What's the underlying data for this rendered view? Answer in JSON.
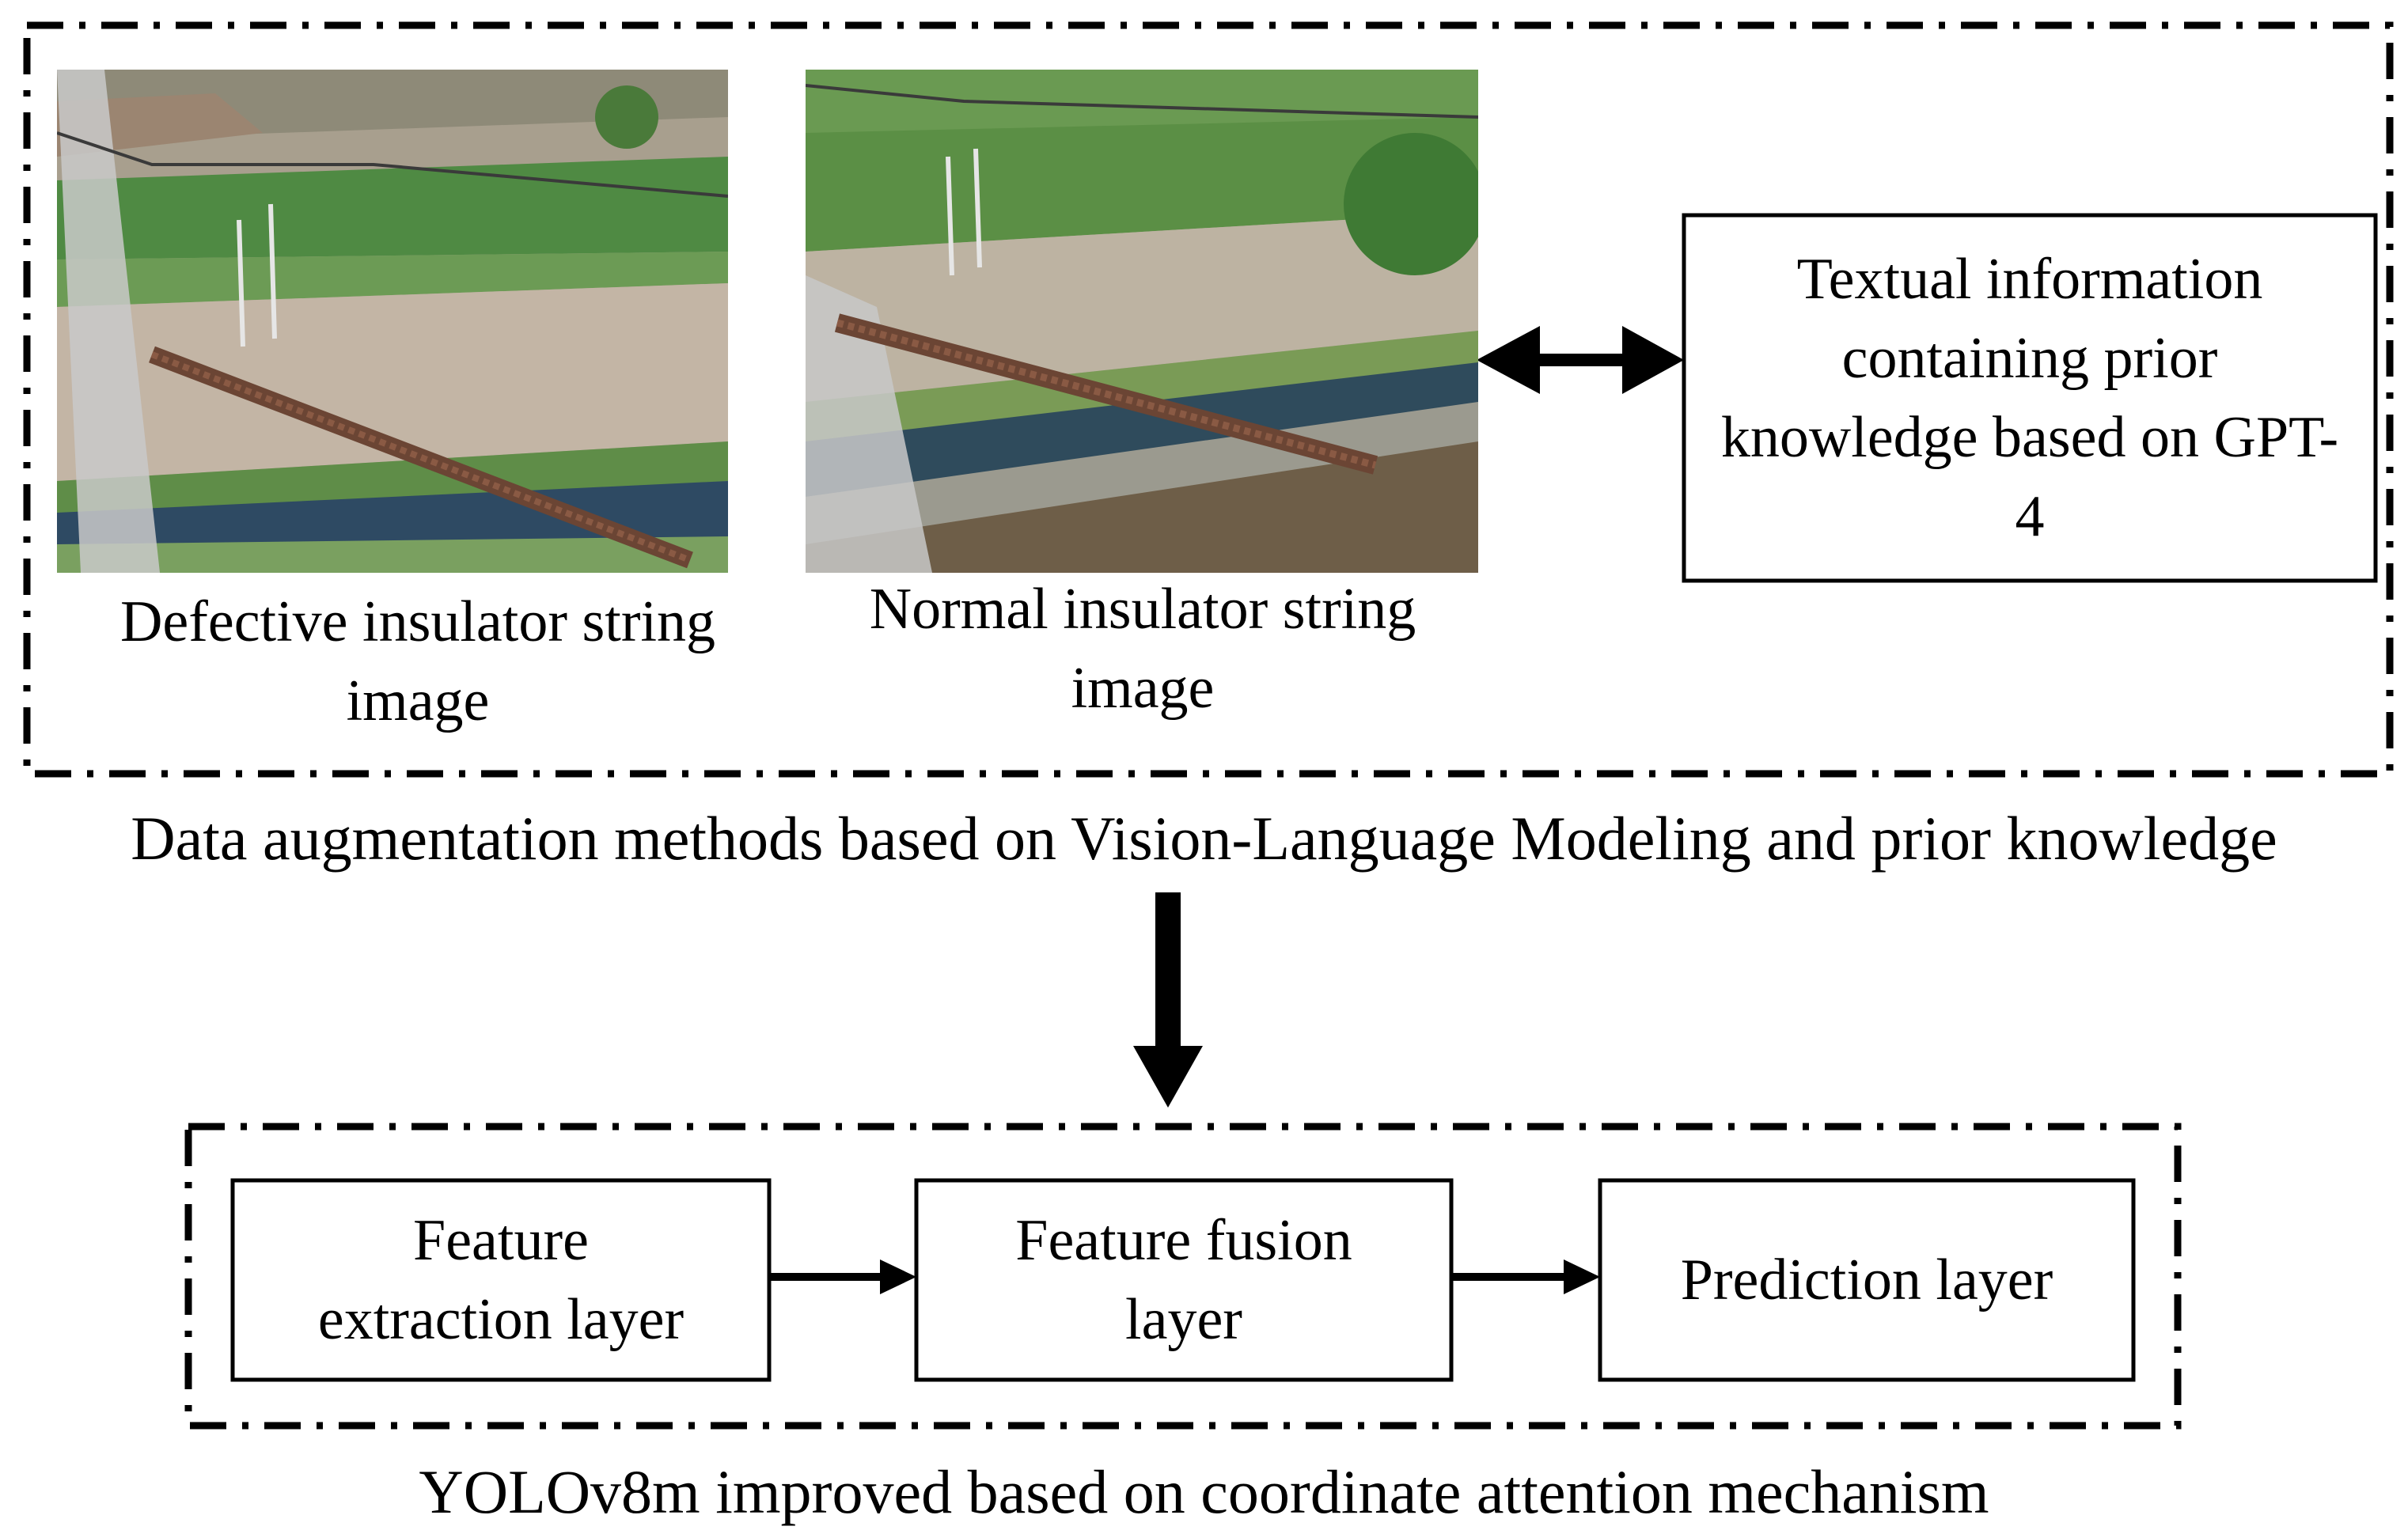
{
  "augmentation": {
    "defective_image_label": "Defective insulator string image",
    "normal_image_label": "Normal insulator string image",
    "textual_box": "Textual information containing prior knowledge based on GPT-4",
    "caption": "Data augmentation methods based on Vision-Language Modeling and prior knowledge"
  },
  "yolo": {
    "box1": "Feature extraction layer",
    "box2": "Feature fusion layer",
    "box3": "Prediction layer",
    "caption": "YOLOv8m improved based on coordinate attention mechanism"
  },
  "colors": {
    "line": "#000000",
    "background": "#ffffff"
  }
}
